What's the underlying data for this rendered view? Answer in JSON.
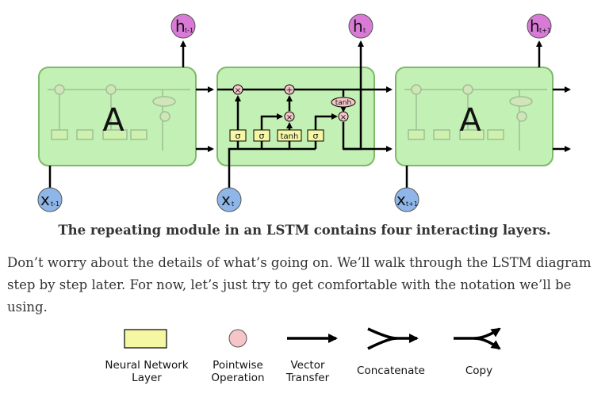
{
  "diagram": {
    "cells": [
      {
        "label": "A",
        "input": "x",
        "input_sub": "t-1",
        "output": "h",
        "output_sub": "t-1"
      },
      {
        "label": "",
        "input": "x",
        "input_sub": "t",
        "output": "h",
        "output_sub": "t"
      },
      {
        "label": "A",
        "input": "x",
        "input_sub": "t+1",
        "output": "h",
        "output_sub": "t+1"
      }
    ],
    "gates": [
      "σ",
      "σ",
      "tanh",
      "σ"
    ],
    "pointwise_ops": {
      "multiply": "×",
      "add": "+",
      "tanh": "tanh"
    },
    "colors": {
      "cell_fill": "#c3f0b4",
      "cell_stroke": "#7fb86a",
      "layer_fill": "#f5f7a3",
      "pointwise_fill": "#f7c5c8",
      "output_node": "#d87ad6",
      "input_node": "#8fb6e8"
    }
  },
  "caption": "The repeating module in an LSTM contains four interacting layers.",
  "paragraph": "Don’t worry about the details of what’s going on. We’ll walk through the LSTM diagram step by step later. For now, let’s just try to get comfortable with the notation we’ll be using.",
  "legend": {
    "items": [
      {
        "line1": "Neural Network",
        "line2": "Layer"
      },
      {
        "line1": "Pointwise",
        "line2": "Operation"
      },
      {
        "line1": "Vector",
        "line2": "Transfer"
      },
      {
        "line1": "Concatenate",
        "line2": ""
      },
      {
        "line1": "Copy",
        "line2": ""
      }
    ]
  }
}
